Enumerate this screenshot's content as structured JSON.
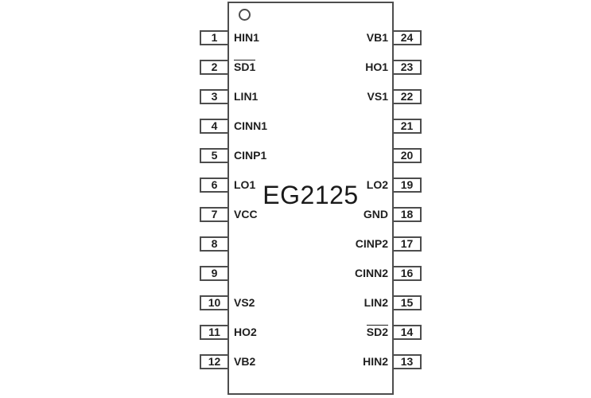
{
  "diagram": {
    "title": "EG2125",
    "package": {
      "pin_count": 24,
      "line_color": "#4d4d4d",
      "text_color": "#1f1f1f",
      "background_color": "#ffffff"
    },
    "left_pins": [
      {
        "number": "1",
        "label": "HIN1",
        "overline": false
      },
      {
        "number": "2",
        "label": "SD1",
        "overline": true
      },
      {
        "number": "3",
        "label": "LIN1",
        "overline": false
      },
      {
        "number": "4",
        "label": "CINN1",
        "overline": false
      },
      {
        "number": "5",
        "label": "CINP1",
        "overline": false
      },
      {
        "number": "6",
        "label": "LO1",
        "overline": false
      },
      {
        "number": "7",
        "label": "VCC",
        "overline": false
      },
      {
        "number": "8",
        "label": "",
        "overline": false
      },
      {
        "number": "9",
        "label": "",
        "overline": false
      },
      {
        "number": "10",
        "label": "VS2",
        "overline": false
      },
      {
        "number": "11",
        "label": "HO2",
        "overline": false
      },
      {
        "number": "12",
        "label": "VB2",
        "overline": false
      }
    ],
    "right_pins": [
      {
        "number": "24",
        "label": "VB1",
        "overline": false
      },
      {
        "number": "23",
        "label": "HO1",
        "overline": false
      },
      {
        "number": "22",
        "label": "VS1",
        "overline": false
      },
      {
        "number": "21",
        "label": "",
        "overline": false
      },
      {
        "number": "20",
        "label": "",
        "overline": false
      },
      {
        "number": "19",
        "label": "LO2",
        "overline": false
      },
      {
        "number": "18",
        "label": "GND",
        "overline": false
      },
      {
        "number": "17",
        "label": "CINP2",
        "overline": false
      },
      {
        "number": "16",
        "label": "CINN2",
        "overline": false
      },
      {
        "number": "15",
        "label": "LIN2",
        "overline": false
      },
      {
        "number": "14",
        "label": "SD2",
        "overline": true
      },
      {
        "number": "13",
        "label": "HIN2",
        "overline": false
      }
    ]
  }
}
